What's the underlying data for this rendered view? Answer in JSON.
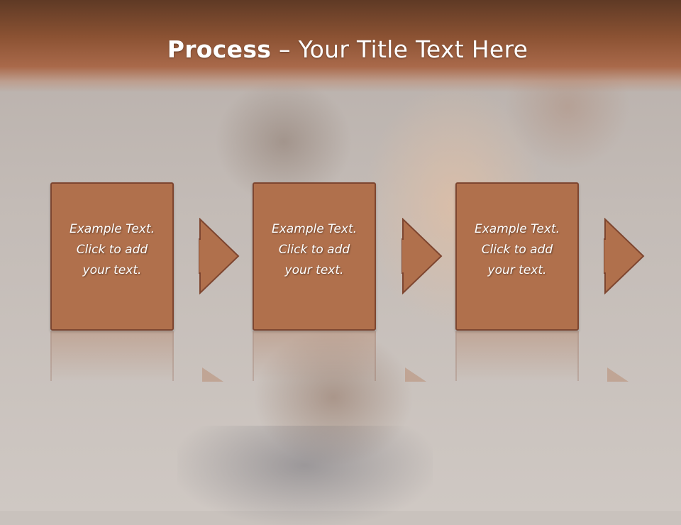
{
  "slide": {
    "title_bold": "Process",
    "title_rest": " – Your Title Text Here"
  },
  "steps": [
    {
      "text": "Example Text.\nClick  to add\nyour text."
    },
    {
      "text": "Example Text.\nClick  to add\nyour text."
    },
    {
      "text": "Example Text.\nClick  to add\nyour text."
    }
  ],
  "colors": {
    "header": "#a9694a",
    "box_fill": "#b0704c",
    "box_border": "#7e4630",
    "text": "#ffffff"
  }
}
